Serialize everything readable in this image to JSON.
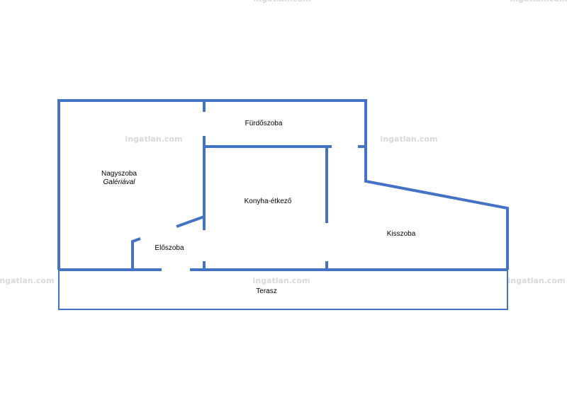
{
  "plan": {
    "wall_color": "#4472c4",
    "watermark_color": "#d9d9d9",
    "rooms": {
      "nagyszoba": "Nagyszoba",
      "nagyszoba_sub": "Galériával",
      "furdoszoba": "Fürdőszoba",
      "konyha": "Konyha-étkező",
      "eloszoba": "Előszoba",
      "kisszoba": "Kisszoba",
      "terasz": "Terasz"
    },
    "watermark": "ingatlan.com"
  }
}
